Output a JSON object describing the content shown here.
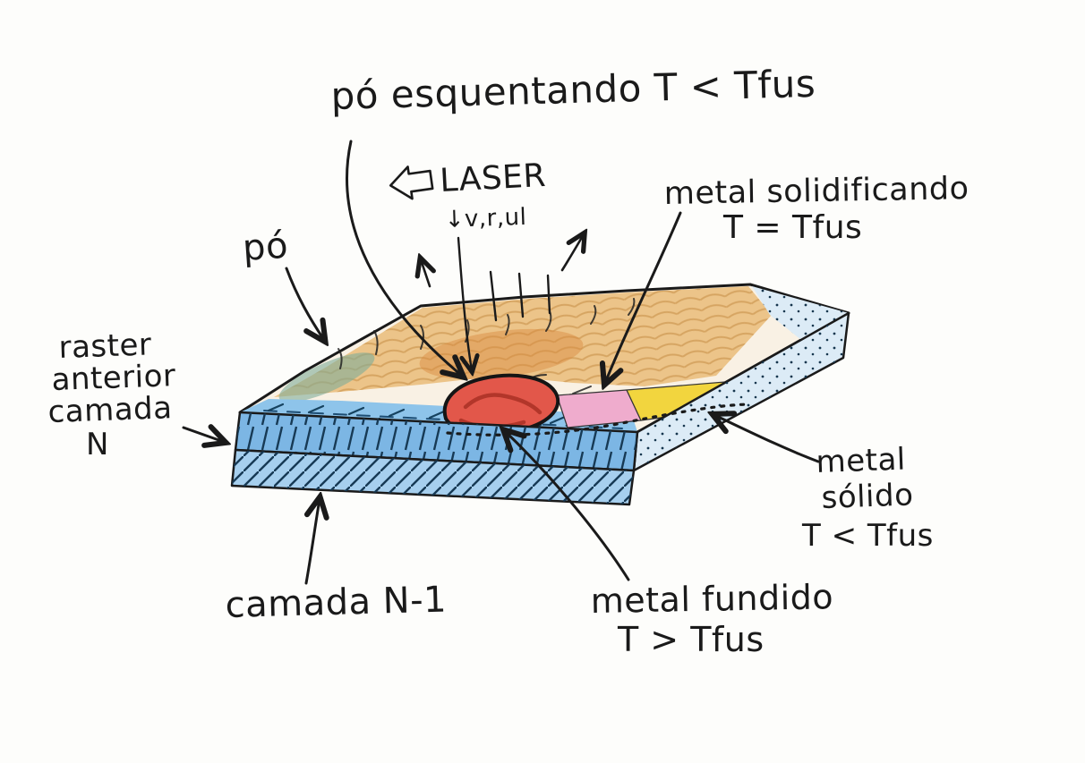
{
  "labels": {
    "powder_heating": "pó esquentando  T < Tfus",
    "laser": "LASER",
    "laser_params": "↓v,r,ul",
    "powder": "pó",
    "solidifying_line1": "metal solidificando",
    "solidifying_line2": "T = Tfus",
    "raster_line1": "raster",
    "raster_line2": "anterior",
    "raster_line3": "camada",
    "raster_line4": "N",
    "layer_n_minus_1": "camada N-1",
    "molten_line1": "metal fundido",
    "molten_line2": "T > Tfus",
    "solid_line1": "metal",
    "solid_line2": "sólido",
    "solid_line3": "T < Tfus"
  },
  "icons": {
    "laser_direction_arrow": "left-hollow-block-arrow"
  },
  "colors": {
    "paper": "#fdfdfb",
    "ink": "#1a1a1a",
    "top_face": "#f9f1e4",
    "powder": "#ecc489",
    "powder_dark": "#d98a3f",
    "powder_green": "#7fae9a",
    "molten": "#e2574a",
    "molten_dark": "#a32c20",
    "solidifying": "#efaccd",
    "solid_metal": "#f2d53e",
    "raster_strip": "#8ec4ea",
    "layer_front": "#7cb6e4",
    "layer_bottom": "#a6cfee",
    "side_face": "#dcebf6"
  }
}
